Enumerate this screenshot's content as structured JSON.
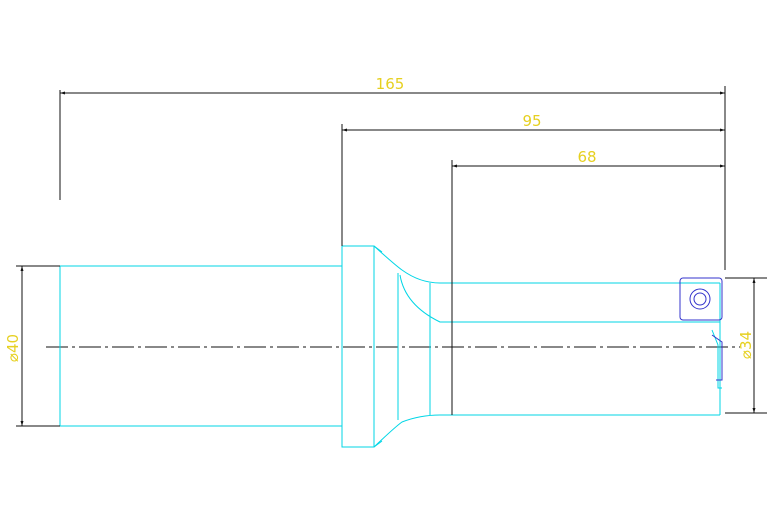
{
  "colors": {
    "background": "#ffffff",
    "dimension_line": "#111111",
    "dimension_text": "#e6d020",
    "body_outline": "#00d6e6",
    "centerline": "#111111",
    "insert": "#3333cc"
  },
  "dimensions": {
    "overall_length": "165",
    "flange_to_tip": "95",
    "flute_length": "68",
    "shank_diameter": "⌀40",
    "cutting_diameter": "⌀34"
  }
}
